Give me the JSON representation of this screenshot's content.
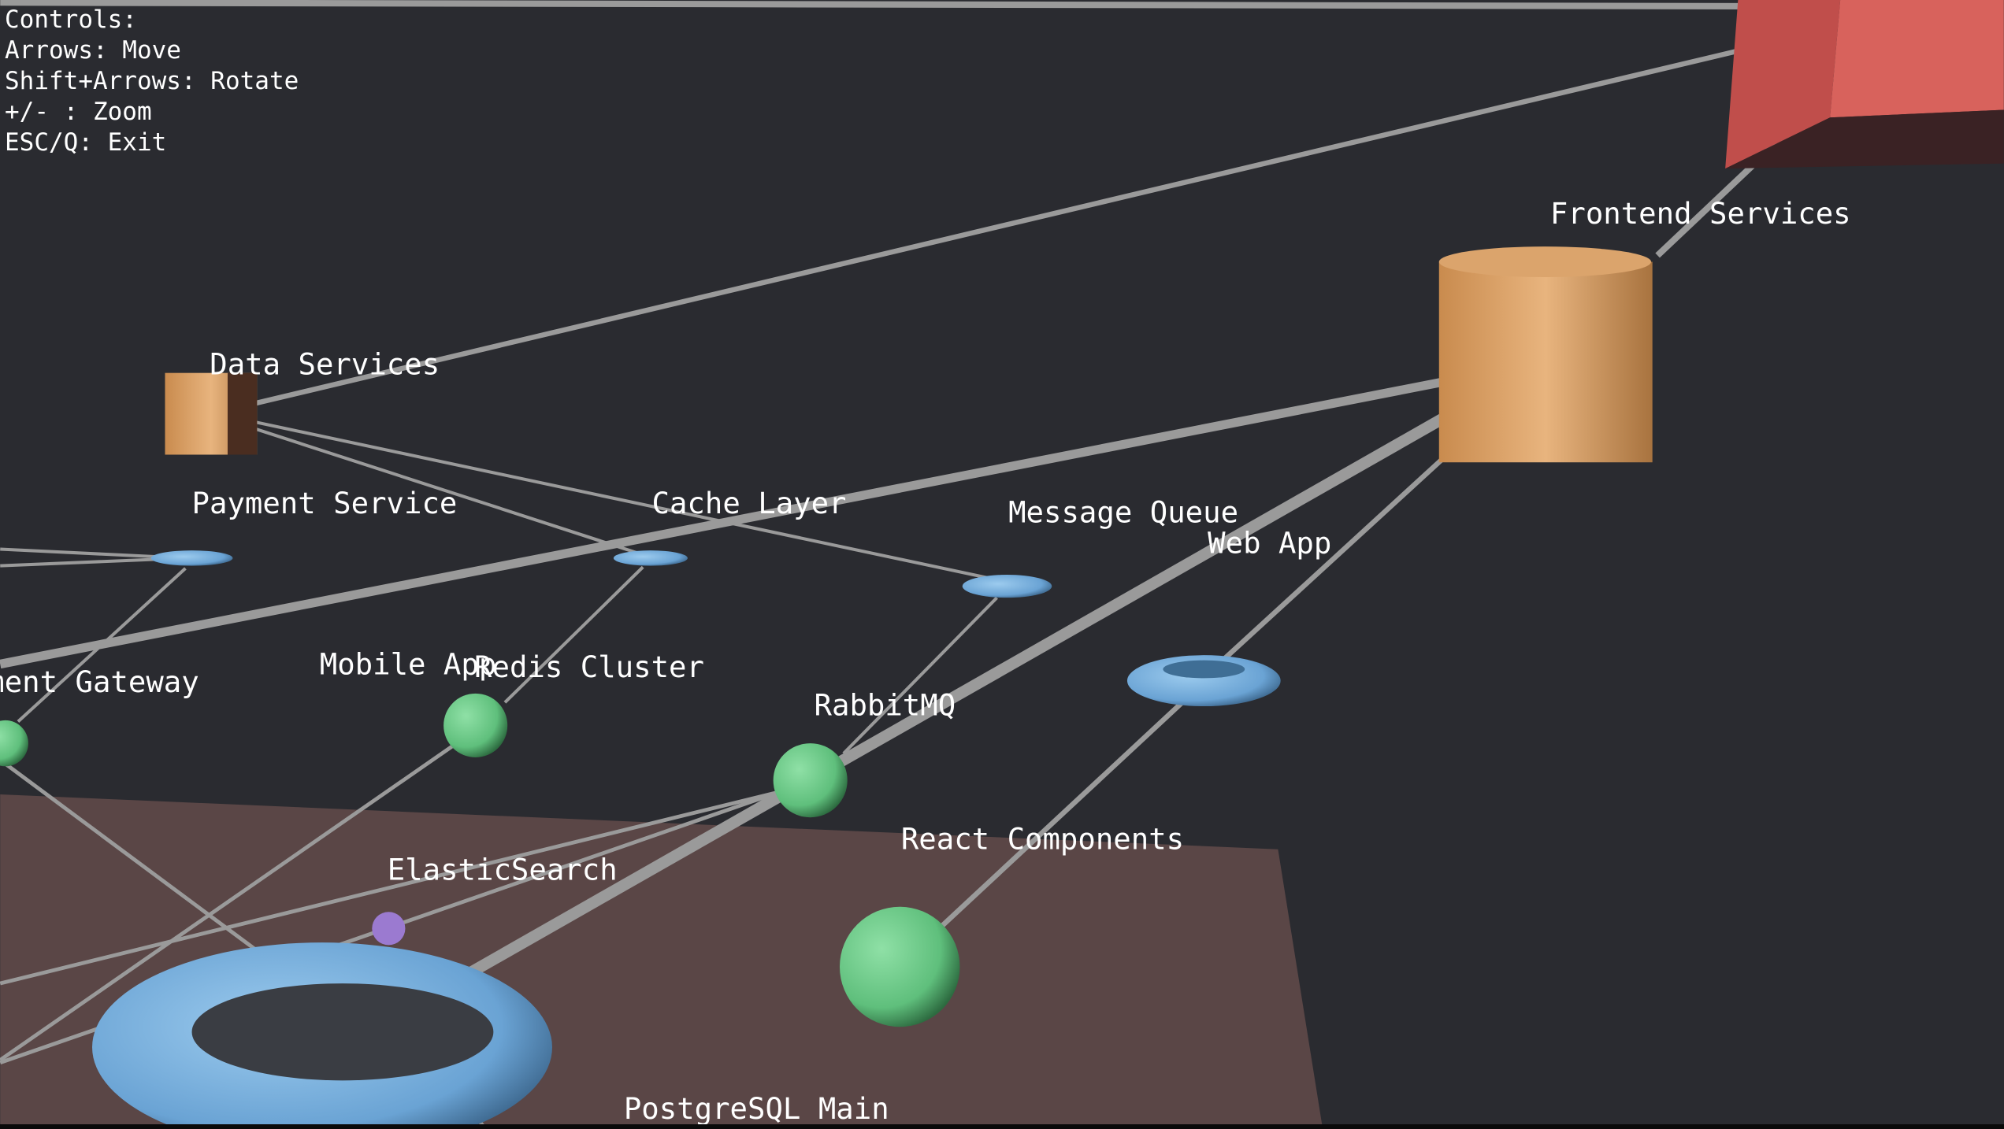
{
  "window": {
    "title": "3D Service Architecture Viewer"
  },
  "controls": {
    "heading": "Controls:",
    "lines": [
      "Arrows: Move",
      "Shift+Arrows: Rotate",
      "+/- : Zoom",
      "ESC/Q: Exit"
    ]
  },
  "labels": {
    "frontend_services": "Frontend Services",
    "data_services": "Data Services",
    "payment_service": "Payment Service",
    "cache_layer": "Cache Layer",
    "message_queue": "Message Queue",
    "web_app": "Web App",
    "payment_gateway": "Payment Gateway",
    "mobile_app": "Mobile App",
    "redis_cluster": "Redis Cluster",
    "rabbitmq": "RabbitMQ",
    "react_components": "React Components",
    "elasticsearch": "ElasticSearch",
    "postgresql_main": "PostgreSQL Main"
  },
  "colors": {
    "background": "#2a2b30",
    "floor": "#5a4646",
    "cube": "#d65a55",
    "cylinder": "#d9a064",
    "torus": "#6fa8d8",
    "sphere": "#6fcf8a",
    "small_sphere": "#9b7ad0",
    "edge": "#9a9a9a"
  }
}
